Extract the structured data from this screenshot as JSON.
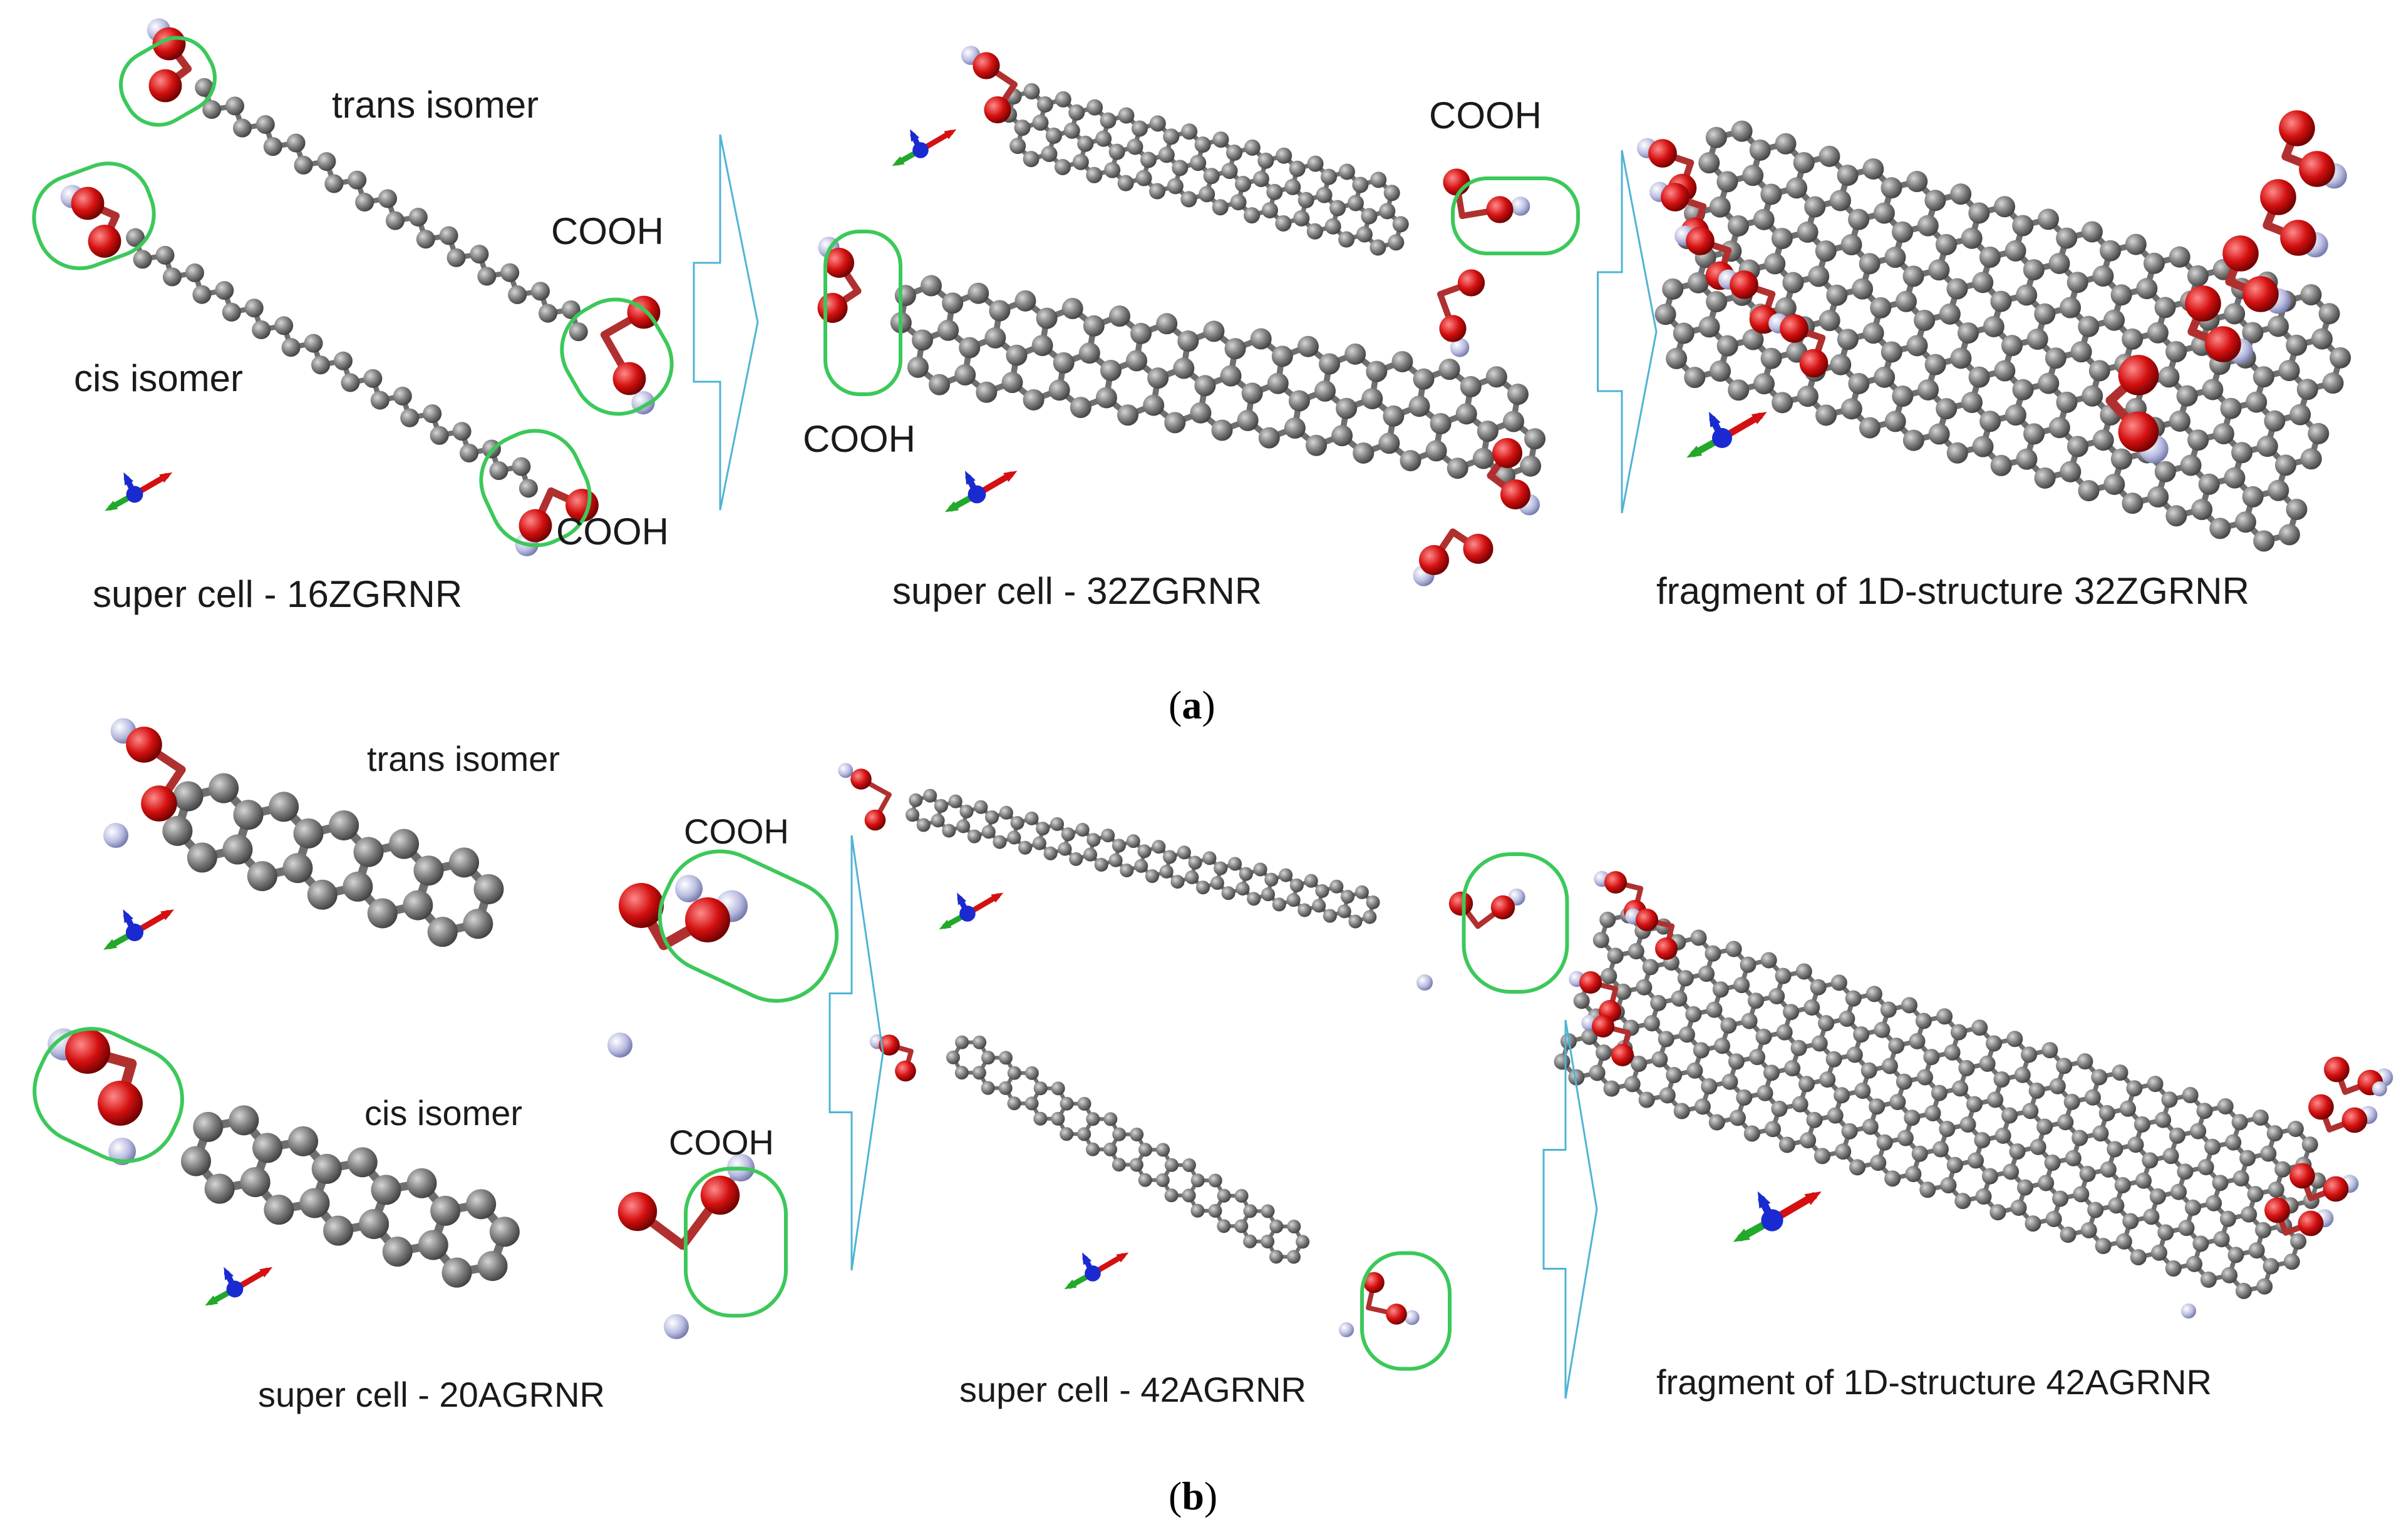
{
  "panels": [
    {
      "caption": "a",
      "stages": [
        {
          "label": "super cell - 16ZGRNR",
          "annotations": [
            "trans isomer",
            "cis isomer",
            "COOH",
            "COOH"
          ]
        },
        {
          "label": "super cell - 32ZGRNR",
          "annotations": [
            "COOH",
            "COOH"
          ]
        },
        {
          "label": "fragment of 1D-structure 32ZGRNR",
          "annotations": []
        }
      ]
    },
    {
      "caption": "b",
      "stages": [
        {
          "label": "super cell - 20AGRNR",
          "annotations": [
            "trans isomer",
            "COOH",
            "cis isomer",
            "COOH"
          ]
        },
        {
          "label": "super cell - 42AGRNR",
          "annotations": []
        },
        {
          "label": "fragment of 1D-structure 42AGRNR",
          "annotations": []
        }
      ]
    }
  ],
  "colors": {
    "carbon": "#7d7d7d",
    "oxygen": "#d41010",
    "hydrogen": "#b9bce0",
    "highlight": "#3cc85a",
    "arrow": "#4fb4d4",
    "axis_x": "#d41010",
    "axis_y": "#22a82a",
    "axis_z": "#1a2ad0"
  },
  "icons": [
    "coordinate-axes-icon",
    "process-arrow-icon",
    "cooh-highlight-ring"
  ]
}
